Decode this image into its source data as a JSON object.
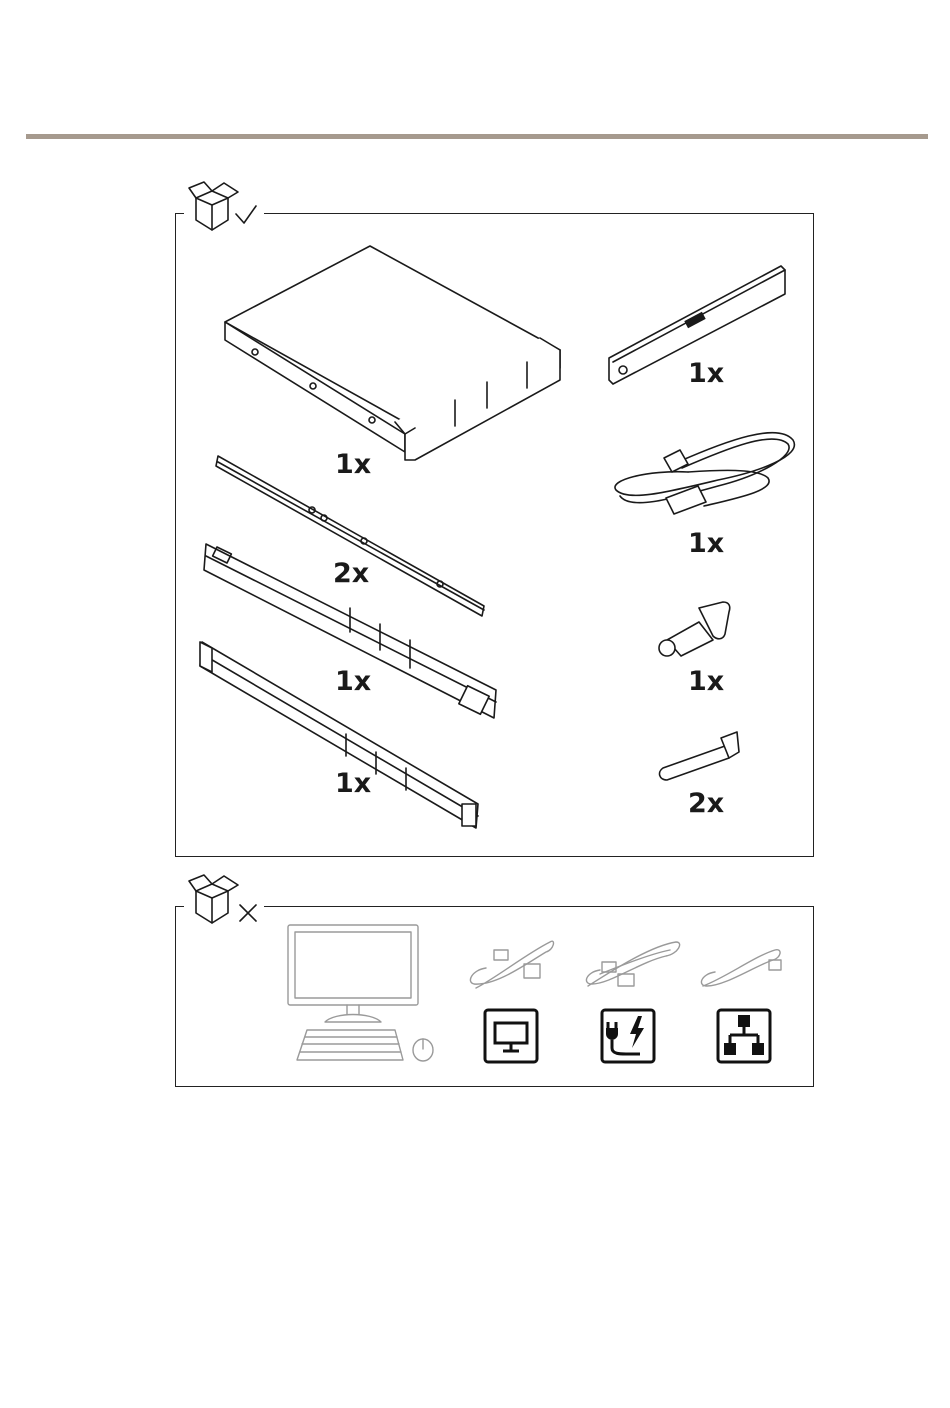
{
  "included": {
    "items": [
      {
        "icon": "server-unit-icon",
        "quantity": "1x"
      },
      {
        "icon": "front-bezel-icon",
        "quantity": "1x"
      },
      {
        "icon": "mounting-bracket-icon",
        "quantity": "2x"
      },
      {
        "icon": "power-cord-icon",
        "quantity": "1x"
      },
      {
        "icon": "inner-rail-icon",
        "quantity": "1x"
      },
      {
        "icon": "bezel-key-icon",
        "quantity": "1x"
      },
      {
        "icon": "outer-rail-icon",
        "quantity": "1x"
      },
      {
        "icon": "cable-strap-icon",
        "quantity": "2x"
      }
    ]
  },
  "not_included": {
    "items": [
      {
        "icon": "computer-keyboard-mouse-icon"
      },
      {
        "icon": "display-cable-icon"
      },
      {
        "icon": "power-cable-icon"
      },
      {
        "icon": "network-cable-icon"
      },
      {
        "icon": "monitor-icon"
      },
      {
        "icon": "power-plug-icon"
      },
      {
        "icon": "network-icon"
      }
    ]
  },
  "colors": {
    "header_rule": "#a69a8e",
    "line": "#1a1a1a",
    "gray_line": "#9a9a9a"
  }
}
